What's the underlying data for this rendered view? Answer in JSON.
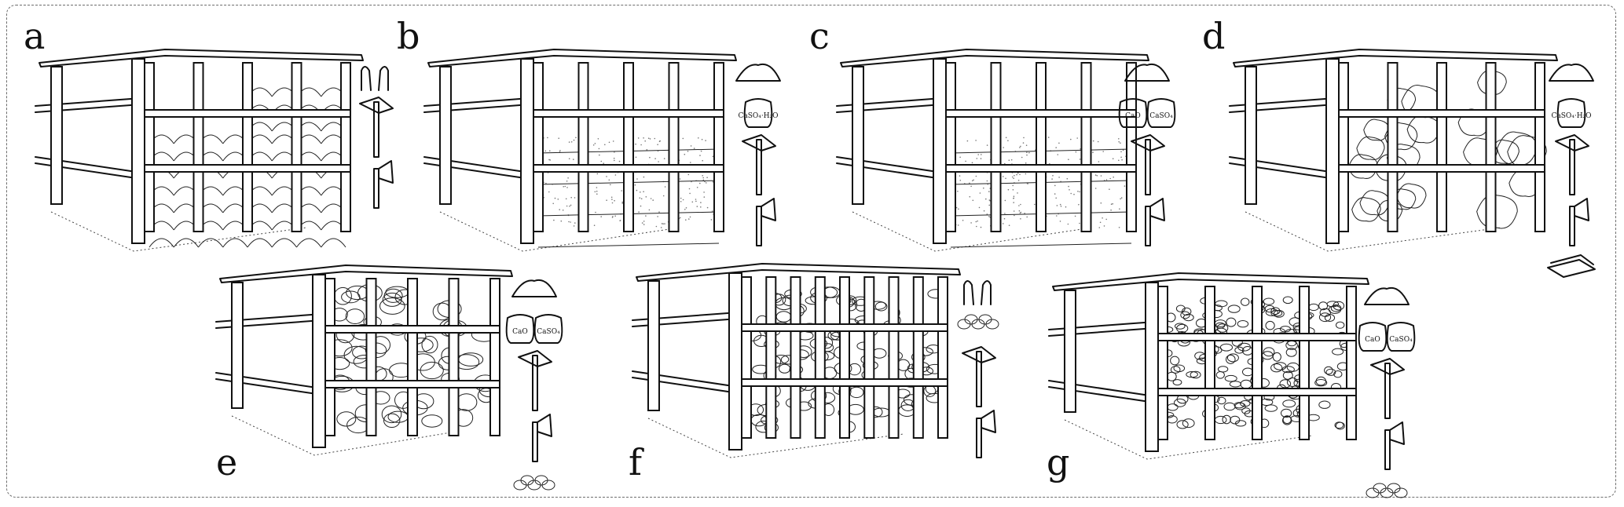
{
  "figure": {
    "panels": [
      {
        "letter": "a",
        "fill": "sods",
        "tools": [
          "hands-icon",
          "axe-icon",
          "hatchet-icon"
        ]
      },
      {
        "letter": "b",
        "fill": "earth",
        "tools": [
          "soil-pile-icon",
          "sack-icon",
          "axe-icon",
          "hatchet-icon"
        ],
        "sacks": [
          "CaSO₄·H₂O"
        ]
      },
      {
        "letter": "c",
        "fill": "earth",
        "tools": [
          "soil-pile-icon",
          "sack-icon",
          "sack-icon",
          "axe-icon",
          "hatchet-icon"
        ],
        "sacks": [
          "CaO",
          "CaSO₄"
        ]
      },
      {
        "letter": "d",
        "fill": "slabs",
        "tools": [
          "soil-pile-icon",
          "sack-icon",
          "axe-icon",
          "hatchet-icon",
          "slabs-icon"
        ],
        "sacks": [
          "CaSO₄·H₂O"
        ]
      },
      {
        "letter": "e",
        "fill": "stones",
        "tools": [
          "soil-pile-icon",
          "sack-icon",
          "sack-icon",
          "axe-icon",
          "hatchet-icon",
          "stone-pile-icon"
        ],
        "sacks": [
          "CaO",
          "CaSO₄"
        ]
      },
      {
        "letter": "f",
        "fill": "stones-dense",
        "tools": [
          "hands-icon",
          "stone-pile-icon",
          "axe-icon",
          "hatchet-icon"
        ]
      },
      {
        "letter": "g",
        "fill": "rubble",
        "tools": [
          "soil-pile-icon",
          "sack-icon",
          "sack-icon",
          "axe-icon",
          "hatchet-icon",
          "stone-pile-icon"
        ],
        "sacks": [
          "CaO",
          "CaSO₄"
        ]
      }
    ],
    "colors": {
      "ink": "#111111",
      "frame": "#6d6d6d",
      "background": "#ffffff"
    }
  }
}
